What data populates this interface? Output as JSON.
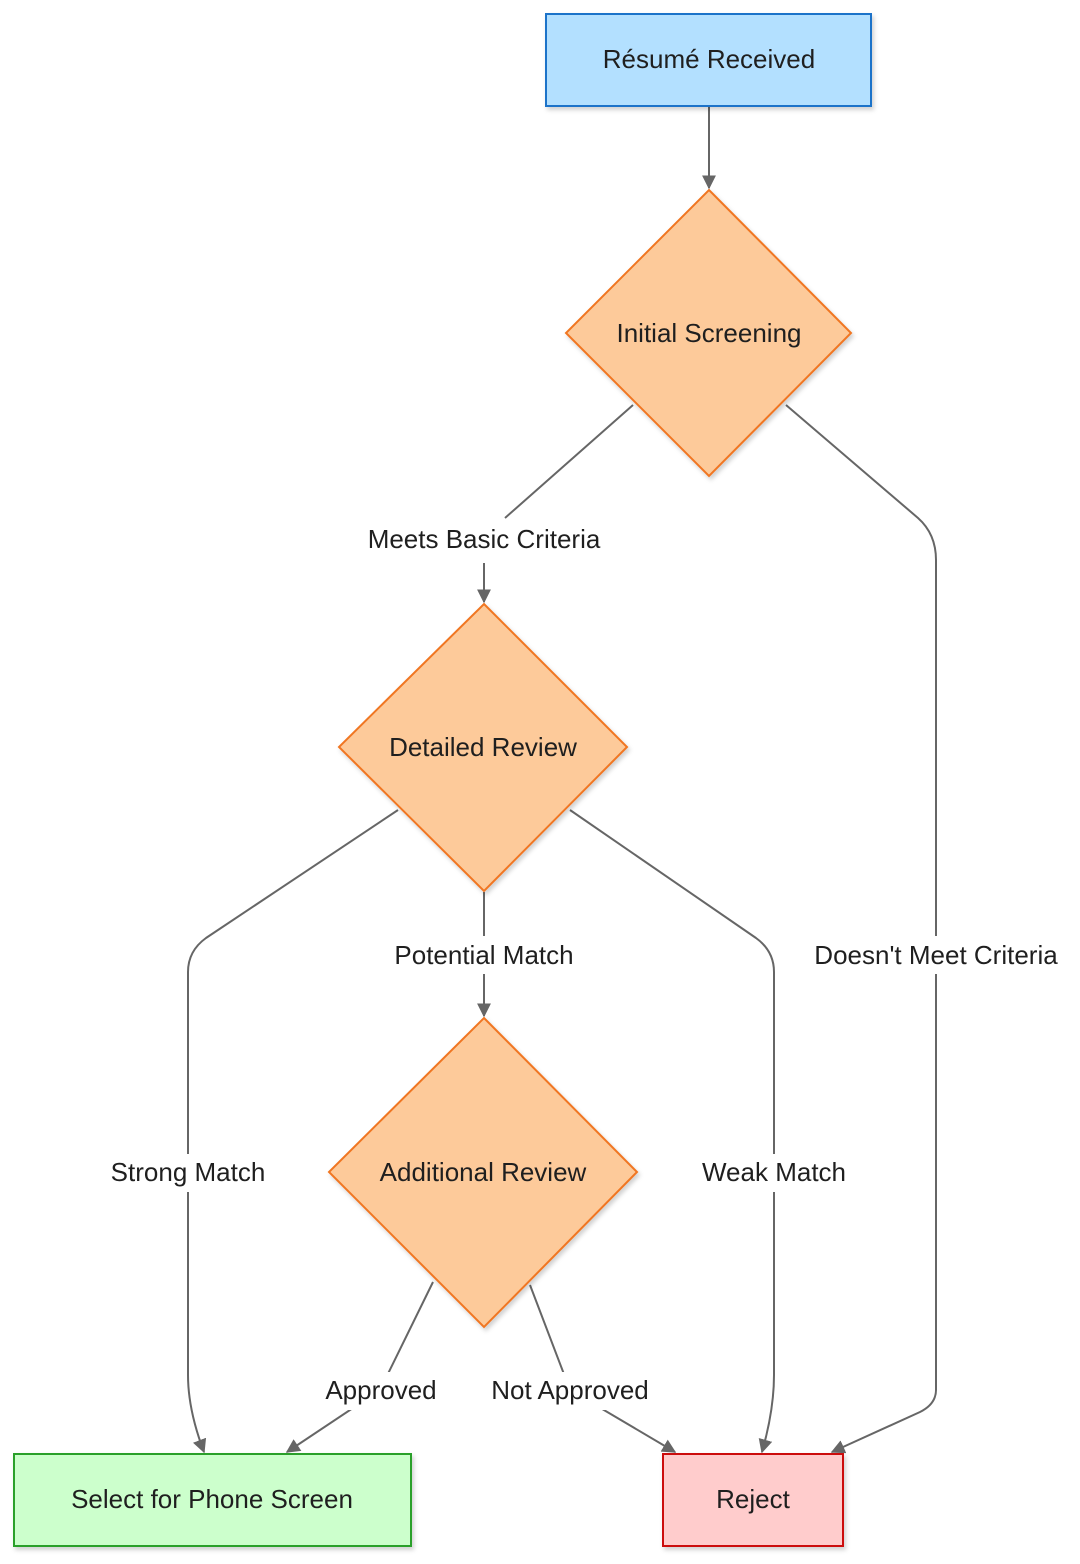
{
  "colors": {
    "start_fill": "#b3e0ff",
    "start_stroke": "#1a73c9",
    "decision_fill": "#fdca9a",
    "decision_stroke": "#f07622",
    "select_fill": "#ccffcc",
    "select_stroke": "#2aa02a",
    "reject_fill": "#ffcccc",
    "reject_stroke": "#cc1111",
    "edge": "#666666"
  },
  "nodes": {
    "resume_received": "Résumé Received",
    "initial_screening": "Initial Screening",
    "detailed_review": "Detailed Review",
    "additional_review": "Additional Review",
    "select_for_phone_screen": "Select for Phone Screen",
    "reject": "Reject"
  },
  "edges": {
    "meets_basic_criteria": "Meets Basic Criteria",
    "doesnt_meet_criteria": "Doesn't Meet Criteria",
    "potential_match": "Potential Match",
    "strong_match": "Strong Match",
    "weak_match": "Weak Match",
    "approved": "Approved",
    "not_approved": "Not Approved"
  }
}
